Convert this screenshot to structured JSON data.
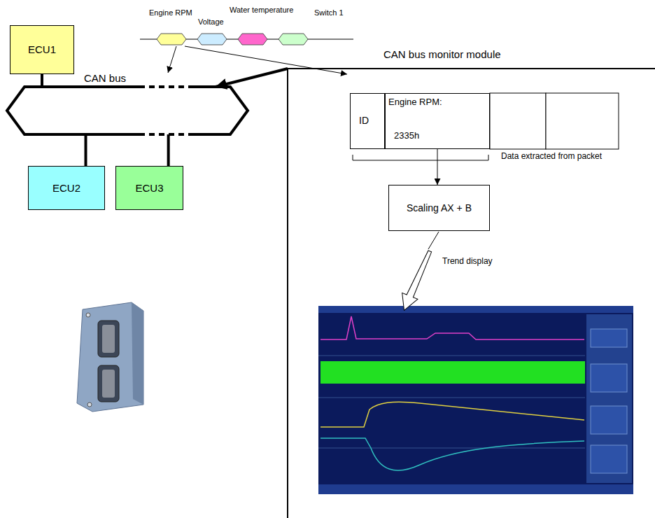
{
  "diagram": {
    "nodes": [
      {
        "text": [
          "ECU1"
        ]
      },
      {
        "text": [
          "CAN bus"
        ]
      },
      {
        "text": [
          "ECU2"
        ]
      },
      {
        "text": [
          "ECU3"
        ]
      },
      {
        "text": [
          "CAN bus monitor module"
        ]
      },
      {
        "text": [
          "ID"
        ],
        "in": 4
      },
      {
        "text": [
          "Engine RPM:",
          "2335h"
        ],
        "in": 4
      },
      {
        "text": [
          "Scaling AX + B"
        ],
        "in": 4
      }
    ],
    "edges": [
      {
        "from": 0,
        "to": 1,
        "arrow": "none"
      },
      {
        "from": 1,
        "to": 2,
        "arrow": "none"
      },
      {
        "from": 1,
        "to": 3,
        "arrow": "none"
      },
      {
        "from": 4,
        "to": 1,
        "arrow": "to"
      },
      {
        "from": 6,
        "to": 7,
        "arrow": "to"
      }
    ],
    "labels": [
      "Engine RPM",
      "Voltage",
      "Water temperature",
      "Switch 1",
      "Data extracted from packet",
      "Trend display"
    ]
  }
}
